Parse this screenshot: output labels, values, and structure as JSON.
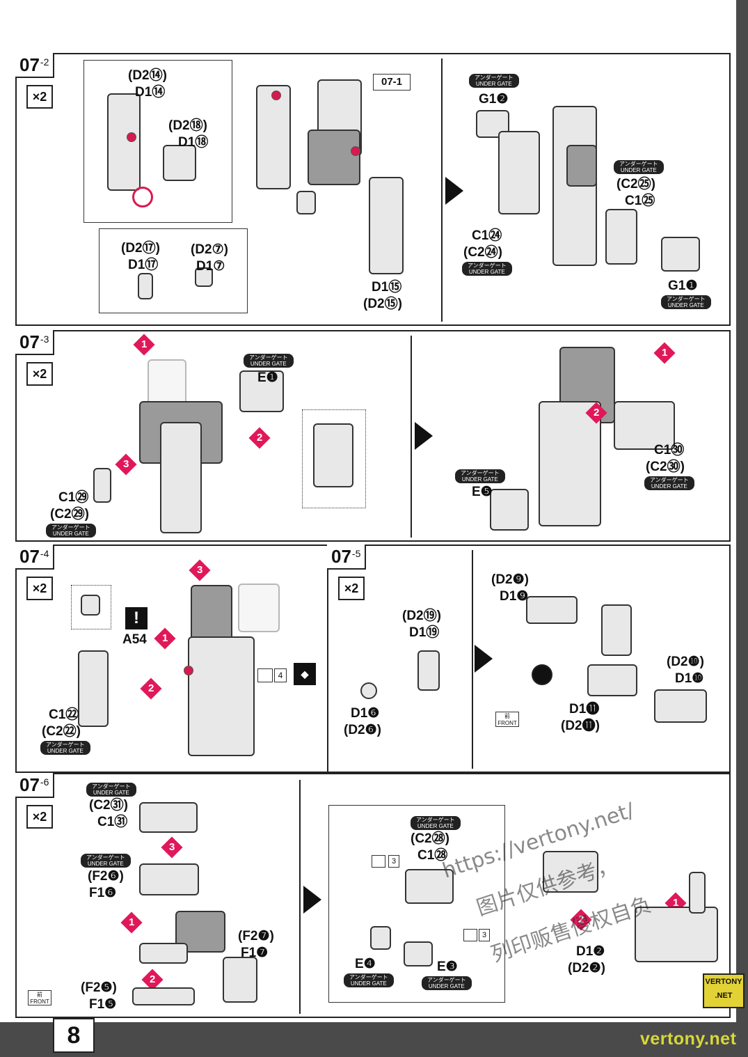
{
  "page": {
    "number": "8",
    "site": "vertony.net",
    "badge_line1": "VERTONY",
    "badge_line2": ".NET"
  },
  "watermark": {
    "line1": "https://vertony.net/",
    "line2": "图片仅供参考，",
    "line3": "列印贩售侵权自负"
  },
  "under_gate": {
    "jp": "アンダーゲート",
    "en": "UNDER GATE"
  },
  "multiplier": "×2",
  "front": {
    "jp": "前",
    "en": "FRONT"
  },
  "steps": [
    {
      "id": "07",
      "sub": "-2",
      "ref": "07-1",
      "labels": [
        "(D2⑭)",
        "D1⑭",
        "(D2⑱)",
        "D1⑱",
        "(D2⑰)",
        "D1⑰",
        "(D2⑦)",
        "D1⑦",
        "D1⑮",
        "(D2⑮)",
        "G1❷",
        "(C2㉕)",
        "C1㉕",
        "C1㉔",
        "(C2㉔)",
        "G1❶"
      ]
    },
    {
      "id": "07",
      "sub": "-3",
      "labels": [
        "E❶",
        "C1㉙",
        "(C2㉙)",
        "C1㉚",
        "(C2㉚)",
        "E❺"
      ]
    },
    {
      "id": "07",
      "sub": "-4",
      "labels": [
        "A54",
        "C1㉒",
        "(C2㉒)",
        "4"
      ]
    },
    {
      "id": "07",
      "sub": "-5",
      "labels": [
        "(D2⑲)",
        "D1⑲",
        "D1❻",
        "(D2❻)",
        "(D2❾)",
        "D1❾",
        "(D2❿)",
        "D1❿",
        "D1⓫",
        "(D2⓫)"
      ]
    },
    {
      "id": "07",
      "sub": "-6",
      "labels": [
        "(C2㉛)",
        "C1㉛",
        "(F2❻)",
        "F1❻",
        "(F2❼)",
        "F1❼",
        "(F2❺)",
        "F1❺",
        "(C2㉘)",
        "C1㉘",
        "3",
        "3",
        "E❹",
        "E❸",
        "D1❷",
        "(D2❷)"
      ]
    }
  ],
  "callouts": [
    "1",
    "2",
    "3"
  ]
}
